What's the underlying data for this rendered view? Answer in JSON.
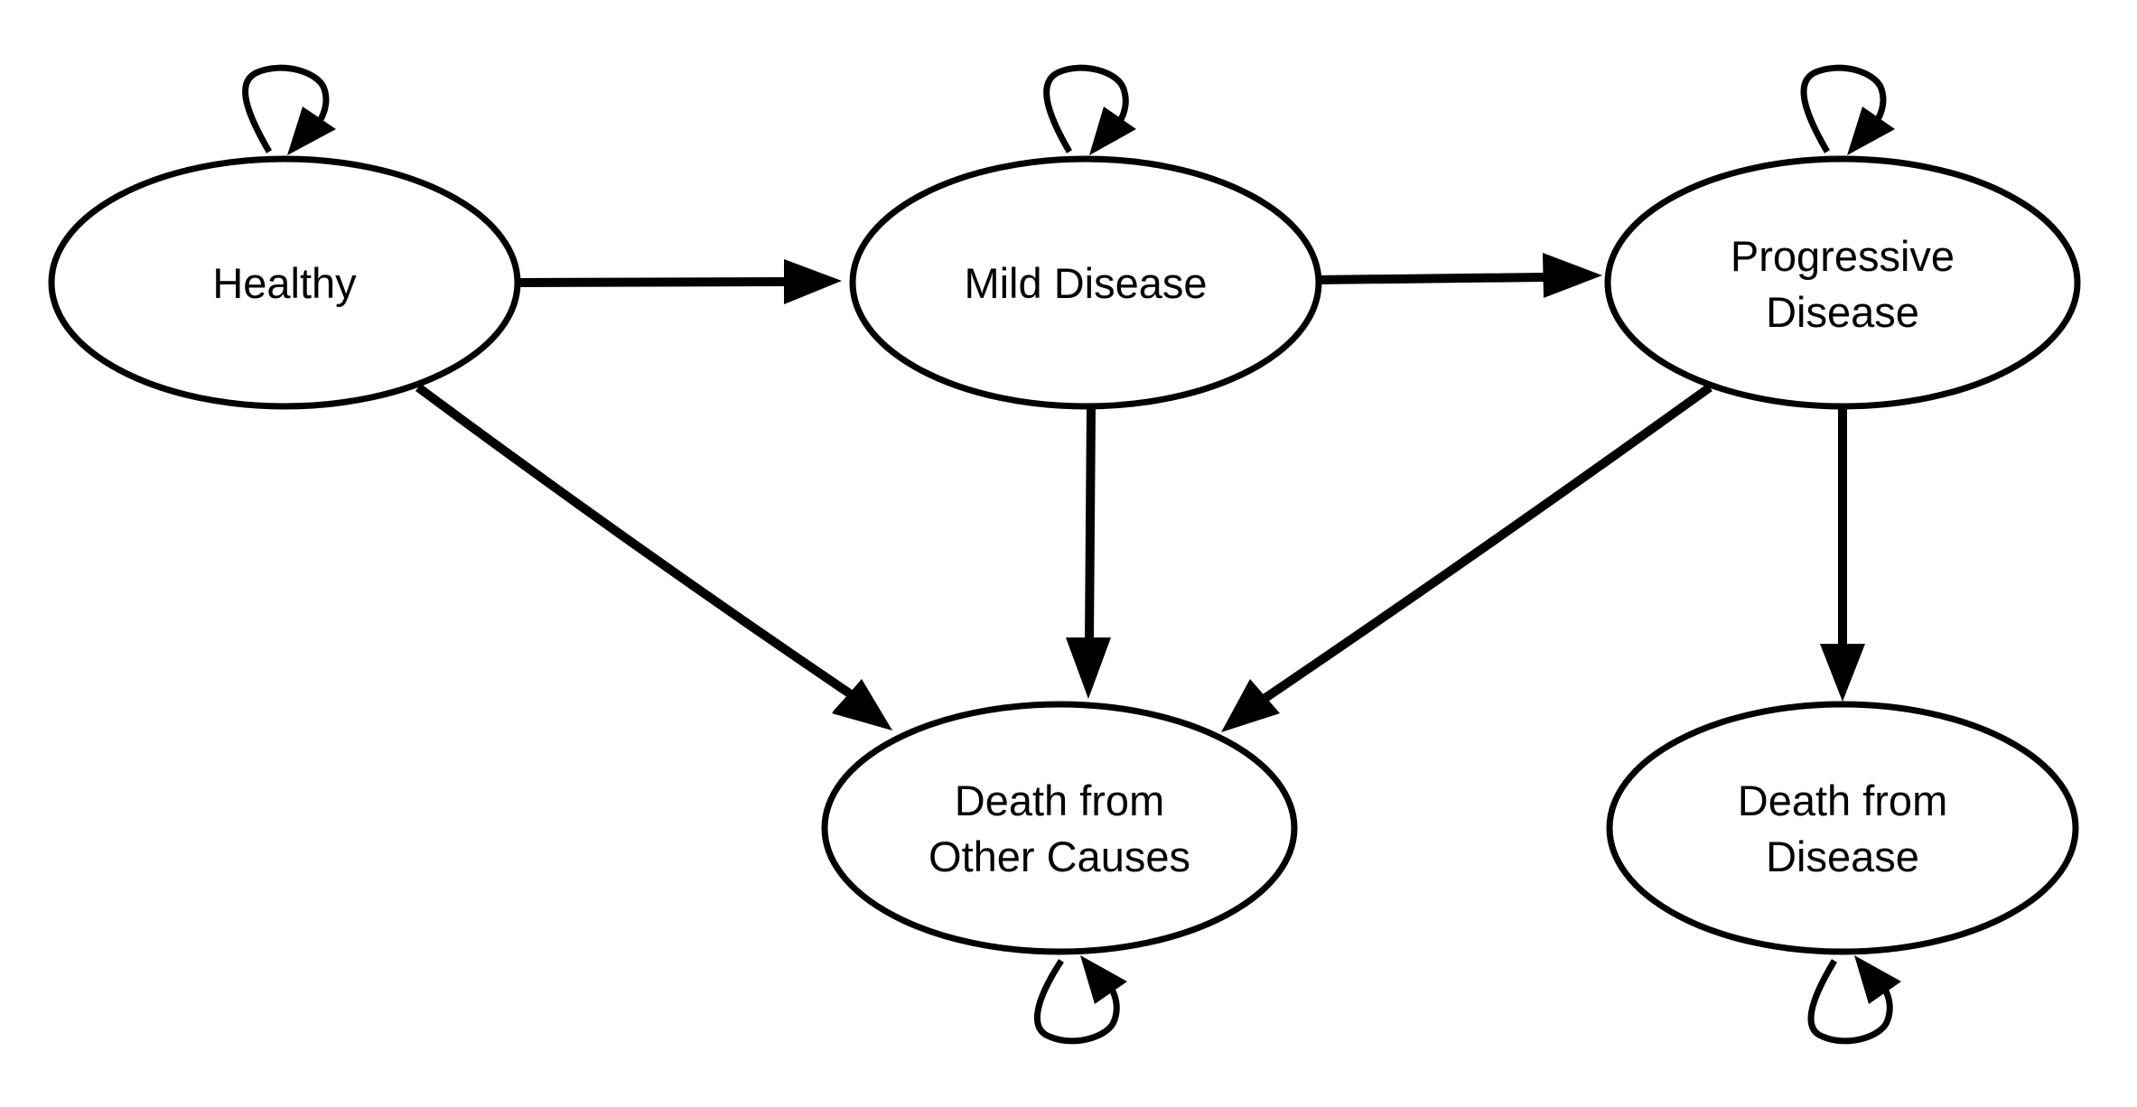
{
  "diagram": {
    "type": "state-transition",
    "colors": {
      "stroke": "#000000",
      "fill": "#ffffff",
      "text": "#000000"
    },
    "nodes": {
      "healthy": {
        "label": "Healthy"
      },
      "mild_disease": {
        "label": "Mild Disease"
      },
      "progressive_disease": {
        "line1": "Progressive",
        "line2": "Disease"
      },
      "death_other": {
        "line1": "Death from",
        "line2": "Other Causes"
      },
      "death_disease": {
        "line1": "Death from",
        "line2": "Disease"
      }
    },
    "edges": [
      {
        "from": "Healthy",
        "to": "Healthy"
      },
      {
        "from": "Mild Disease",
        "to": "Mild Disease"
      },
      {
        "from": "Progressive Disease",
        "to": "Progressive Disease"
      },
      {
        "from": "Death from Other Causes",
        "to": "Death from Other Causes"
      },
      {
        "from": "Death from Disease",
        "to": "Death from Disease"
      },
      {
        "from": "Healthy",
        "to": "Mild Disease"
      },
      {
        "from": "Mild Disease",
        "to": "Progressive Disease"
      },
      {
        "from": "Healthy",
        "to": "Death from Other Causes"
      },
      {
        "from": "Mild Disease",
        "to": "Death from Other Causes"
      },
      {
        "from": "Progressive Disease",
        "to": "Death from Other Causes"
      },
      {
        "from": "Progressive Disease",
        "to": "Death from Disease"
      }
    ]
  }
}
